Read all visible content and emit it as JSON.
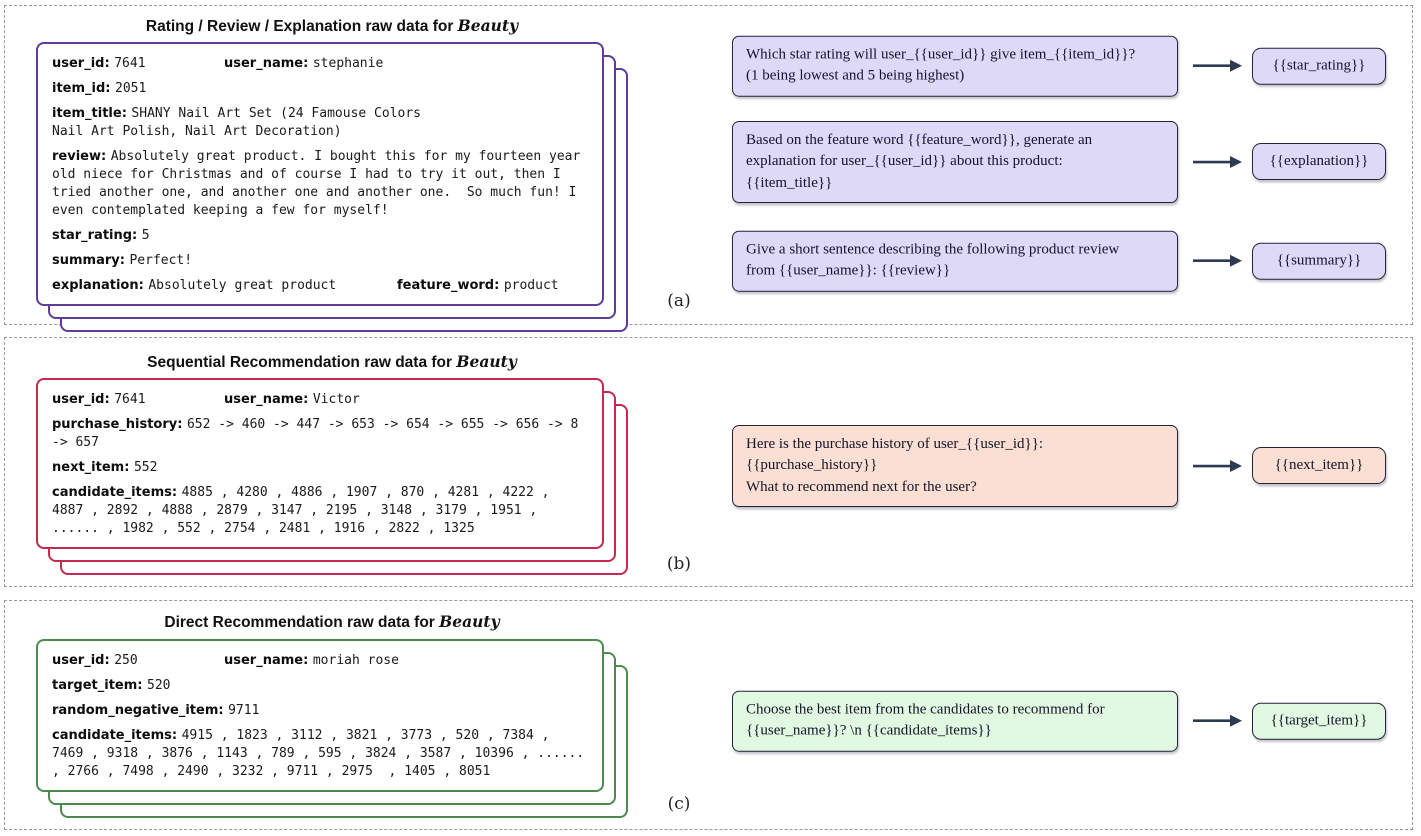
{
  "figure": {
    "arrow_color": "#2c3a52",
    "panels": [
      {
        "id": "a",
        "index_label": "(a)",
        "title_prefix": "Rating / Review / Explanation raw data for",
        "title_dataset": "Beauty",
        "accent": "#5e3c99",
        "prompt_fill": "#ded9f7",
        "card_rows": [
          [
            {
              "label": "user_id",
              "value": "7641"
            },
            {
              "label": "user_name",
              "value": "stephanie"
            }
          ],
          [
            {
              "label": "item_id",
              "value": "2051"
            }
          ],
          [
            {
              "label": "item_title",
              "value": "SHANY Nail Art Set (24 Famouse Colors\nNail Art Polish, Nail Art Decoration)"
            }
          ],
          [
            {
              "label": "review",
              "value": "Absolutely great product. I bought this for my fourteen year old niece for Christmas and of course I had to try it out, then I tried another one, and another one and another one.  So much fun! I even contemplated keeping a few for myself!"
            }
          ],
          [
            {
              "label": "star_rating",
              "value": "5"
            }
          ],
          [
            {
              "label": "summary",
              "value": "Perfect!"
            }
          ],
          [
            {
              "label": "explanation",
              "value": "Absolutely great product"
            },
            {
              "label": "feature_word",
              "value": "product"
            }
          ]
        ],
        "prompts": [
          {
            "text": "Which star rating will user_{{user_id}} give item_{{item_id}}?\n(1 being lowest and 5 being highest)",
            "output": "{{star_rating}}"
          },
          {
            "text": "Based on the feature word {{feature_word}}, generate an\nexplanation for user_{{user_id}} about this product:\n{{item_title}}",
            "output": "{{explanation}}"
          },
          {
            "text": "Give a short sentence describing the following product review\nfrom {{user_name}}: {{review}}",
            "output": "{{summary}}"
          }
        ]
      },
      {
        "id": "b",
        "index_label": "(b)",
        "title_prefix": "Sequential Recommendation raw data for",
        "title_dataset": "Beauty",
        "accent": "#c22a4e",
        "prompt_fill": "#fbdfd2",
        "card_rows": [
          [
            {
              "label": "user_id",
              "value": "7641"
            },
            {
              "label": "user_name",
              "value": "Victor"
            }
          ],
          [
            {
              "label": "purchase_history",
              "value": "652 -> 460 -> 447 -> 653 -> 654 -> 655 -> 656 -> 8 -> 657"
            }
          ],
          [
            {
              "label": "next_item",
              "value": "552"
            }
          ],
          [
            {
              "label": "candidate_items",
              "value": "4885 , 4280 , 4886 , 1907 , 870 , 4281 , 4222 , 4887 , 2892 , 4888 , 2879 , 3147 , 2195 , 3148 , 3179 , 1951 , ...... , 1982 , 552 , 2754 , 2481 , 1916 , 2822 , 1325"
            }
          ]
        ],
        "prompts": [
          {
            "text": "Here is the purchase history of user_{{user_id}}:\n{{purchase_history}}\nWhat to recommend next for the user?",
            "output": "{{next_item}}"
          }
        ]
      },
      {
        "id": "c",
        "index_label": "(c)",
        "title_prefix": "Direct Recommendation raw data for",
        "title_dataset": "Beauty",
        "accent": "#4e8a4e",
        "prompt_fill": "#e1f8e1",
        "card_rows": [
          [
            {
              "label": "user_id",
              "value": "250"
            },
            {
              "label": "user_name",
              "value": "moriah rose"
            }
          ],
          [
            {
              "label": "target_item",
              "value": "520"
            }
          ],
          [
            {
              "label": "random_negative_item",
              "value": "9711"
            }
          ],
          [
            {
              "label": "candidate_items",
              "value": "4915 , 1823 , 3112 , 3821 , 3773 , 520 , 7384 , 7469 , 9318 , 3876 , 1143 , 789 , 595 , 3824 , 3587 , 10396 , ...... , 2766 , 7498 , 2490 , 3232 , 9711 , 2975  , 1405 , 8051"
            }
          ]
        ],
        "prompts": [
          {
            "text": "Choose the best item from the candidates to recommend for\n{{user_name}}? \\n {{candidate_items}}",
            "output": "{{target_item}}"
          }
        ]
      }
    ]
  }
}
